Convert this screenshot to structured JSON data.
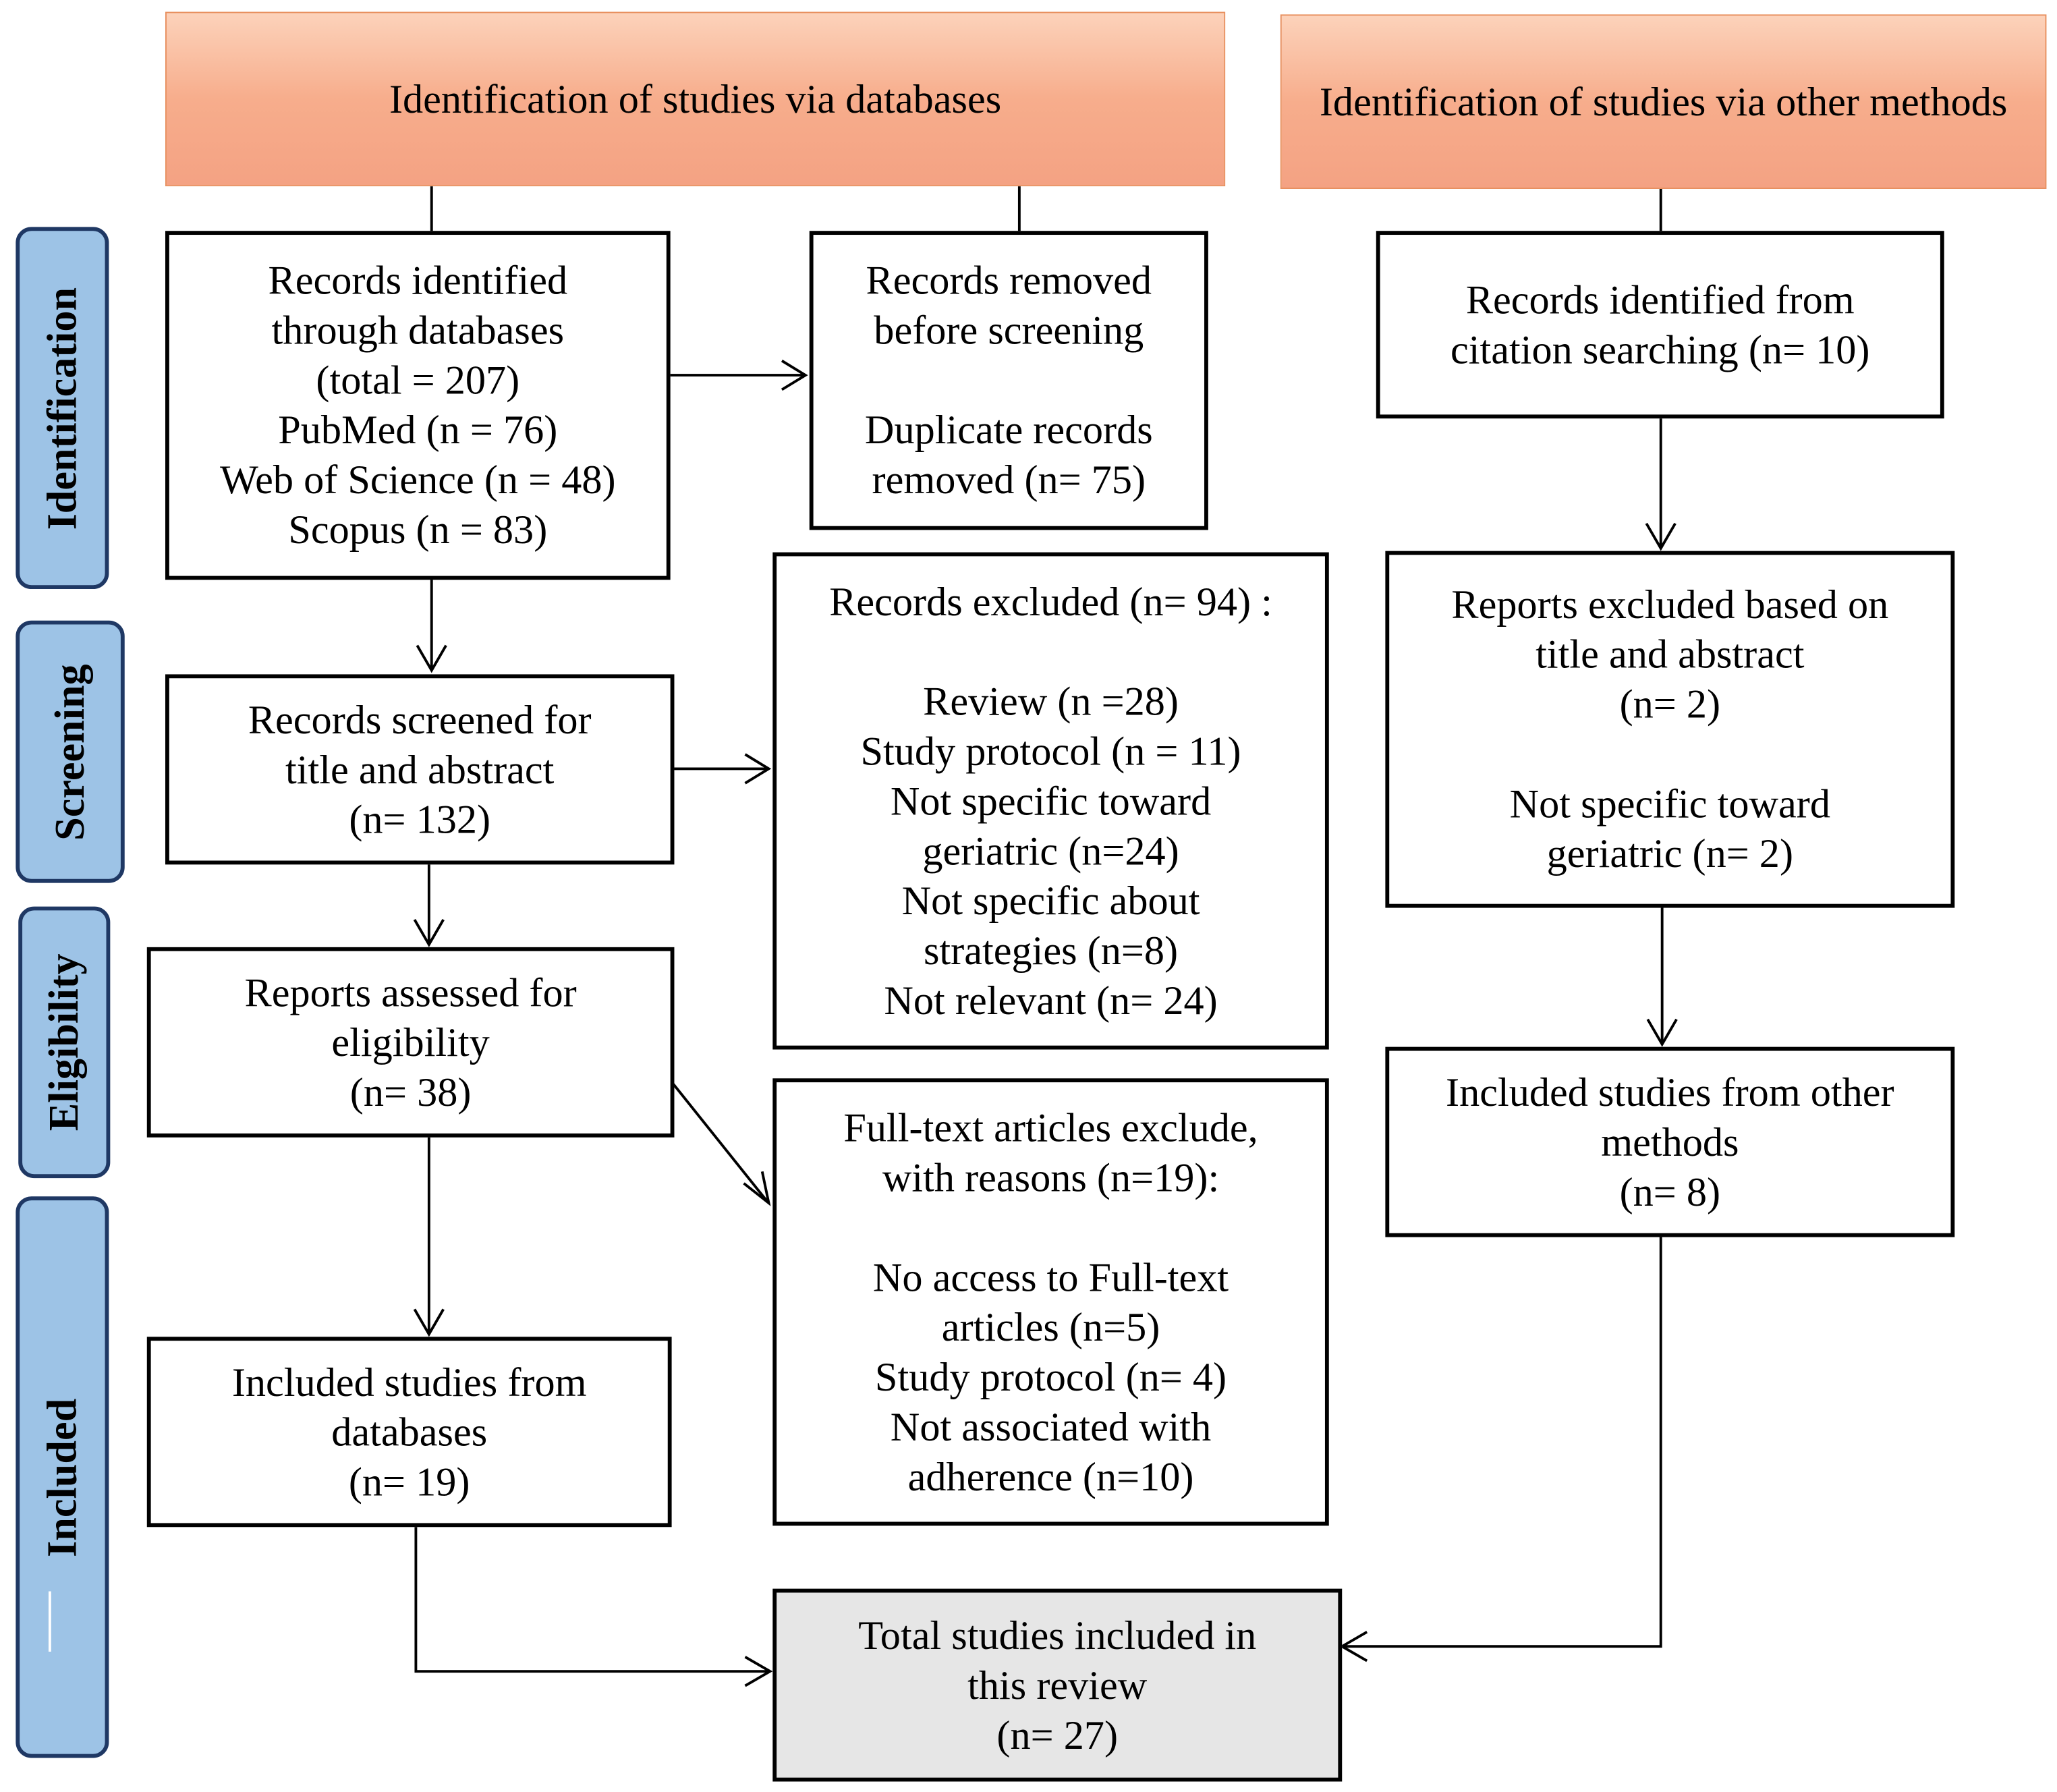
{
  "headers": {
    "databases": "Identification of studies via databases",
    "other": "Identification of studies via other methods"
  },
  "phases": {
    "identification": "Identification",
    "screening": "Screening",
    "eligibility": "Eligibility",
    "included": "Included"
  },
  "boxes": {
    "records_identified": [
      "Records identified",
      "through databases",
      "(total = 207)",
      "PubMed (n = 76)",
      "Web of Science (n = 48)",
      "Scopus (n = 83)"
    ],
    "records_removed": {
      "lines": [
        "Records removed",
        "before screening"
      ],
      "detail": [
        "Duplicate records",
        "removed (n= 75)"
      ]
    },
    "citation_searching": [
      "Records identified from",
      "citation searching (n= 10)"
    ],
    "records_screened": [
      "Records screened for",
      "title and abstract",
      "(n= 132)"
    ],
    "records_excluded": {
      "title": "Records excluded (n= 94) :",
      "items": [
        "Review (n =28)",
        "Study protocol (n = 11)",
        "Not specific toward",
        "geriatric (n=24)",
        "Not specific about",
        "strategies (n=8)",
        "Not relevant (n= 24)"
      ]
    },
    "reports_excluded_other": {
      "title": [
        "Reports excluded based on",
        "title and abstract",
        "(n= 2)"
      ],
      "items": [
        "Not specific toward",
        "geriatric (n= 2)"
      ]
    },
    "reports_assessed": [
      "Reports assessed for",
      "eligibility",
      "(n= 38)"
    ],
    "fulltext_excluded": {
      "title": [
        "Full-text articles exclude,",
        "with reasons (n=19):"
      ],
      "items": [
        "No access to Full-text",
        "articles (n=5)",
        "Study protocol  (n= 4)",
        "Not associated with",
        "adherence (n=10)"
      ]
    },
    "included_other": [
      "Included studies from other",
      "methods",
      "(n= 8)"
    ],
    "included_databases": [
      "Included studies from",
      "databases",
      "(n= 19)"
    ],
    "total_included": [
      "Total studies included in",
      "this review",
      "(n= 27)"
    ]
  }
}
